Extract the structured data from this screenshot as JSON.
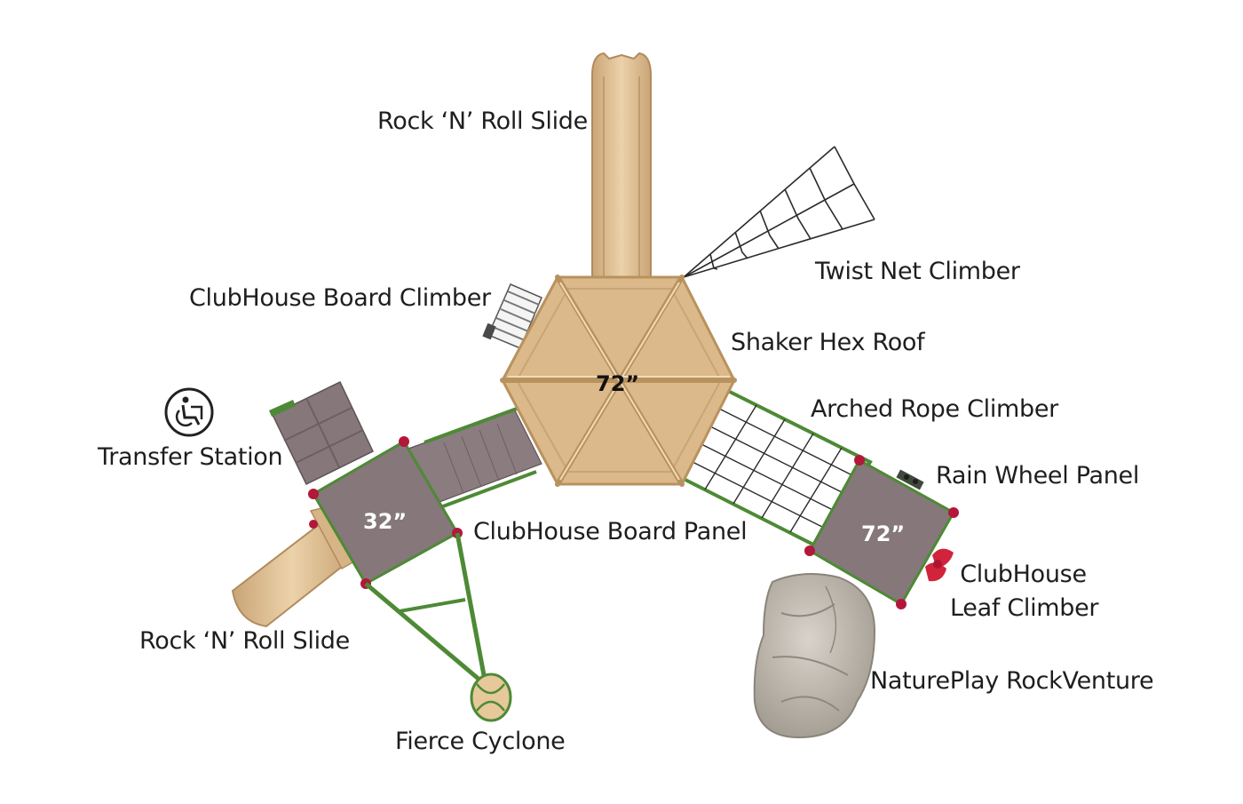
{
  "labels": {
    "top_slide": "Rock ‘N’ Roll Slide",
    "twist_net": "Twist Net Climber",
    "board_climber": "ClubHouse Board Climber",
    "hex_roof": "Shaker Hex Roof",
    "arched_rope": "Arched Rope Climber",
    "transfer_station": "Transfer Station",
    "rain_wheel": "Rain Wheel Panel",
    "board_panel": "ClubHouse Board Panel",
    "leaf_climber_line1": "ClubHouse",
    "leaf_climber_line2": "Leaf Climber",
    "bottom_slide": "Rock ‘N’ Roll Slide",
    "rockventure": "NaturePlay RockVenture",
    "fierce_cyclone": "Fierce Cyclone"
  },
  "heights": {
    "center_deck": "72”",
    "left_deck": "32”",
    "right_deck": "72”"
  },
  "icons": {
    "accessibility": "wheelchair-transfer-icon"
  },
  "colors": {
    "tan": "#dcb98a",
    "tan_dark": "#b8925e",
    "deck_gray": "#85777a",
    "frame_green": "#4d8a35",
    "post_red": "#b3173a",
    "rock": "#bdb7ad",
    "leaf_red": "#d2233c"
  }
}
